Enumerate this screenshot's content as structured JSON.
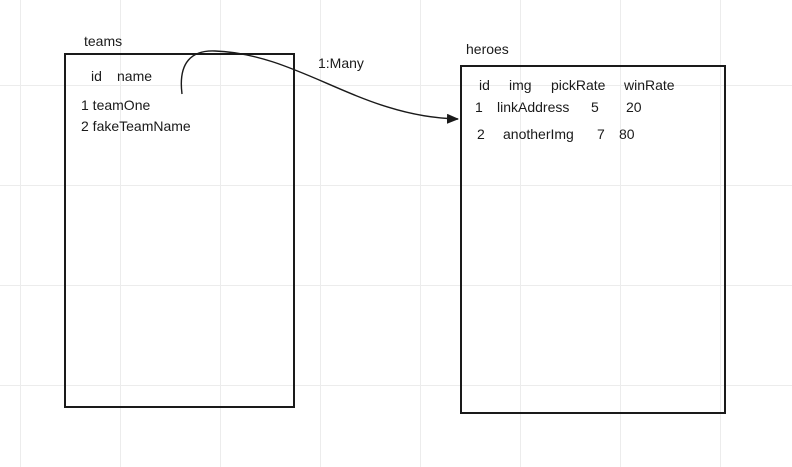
{
  "teams": {
    "title": "teams",
    "header": {
      "id": "id",
      "name": "name"
    },
    "rows": [
      "1 teamOne",
      "2 fakeTeamName"
    ]
  },
  "heroes": {
    "title": "heroes",
    "header": {
      "id": "id",
      "img": "img",
      "pickRate": "pickRate",
      "winRate": "winRate"
    },
    "rows": [
      {
        "id": "1",
        "img": "linkAddress",
        "pickRate": "5",
        "winRate": "20"
      },
      {
        "id": "2",
        "img": "anotherImg",
        "pickRate": "7",
        "winRate": "80"
      }
    ]
  },
  "relation": {
    "label": "1:Many"
  }
}
